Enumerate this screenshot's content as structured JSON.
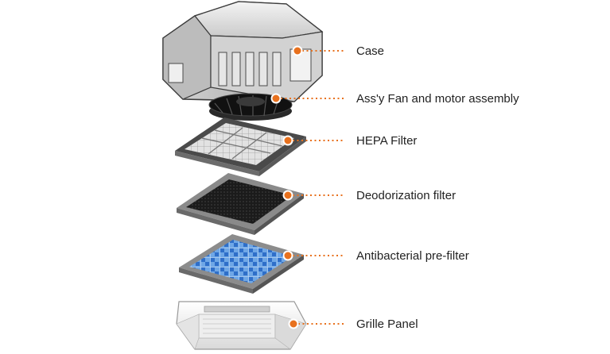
{
  "accent_color": "#e8711e",
  "components": [
    {
      "id": "case",
      "label": "Case",
      "icon": "case-housing"
    },
    {
      "id": "fan",
      "label": "Ass'y Fan and motor assembly",
      "icon": "fan-motor"
    },
    {
      "id": "hepa",
      "label": "HEPA Filter",
      "icon": "hepa-filter"
    },
    {
      "id": "deodorization",
      "label": "Deodorization filter",
      "icon": "carbon-filter"
    },
    {
      "id": "antibacterial",
      "label": "Antibacterial pre-filter",
      "icon": "mesh-filter"
    },
    {
      "id": "grille",
      "label": "Grille Panel",
      "icon": "grille-panel"
    }
  ]
}
